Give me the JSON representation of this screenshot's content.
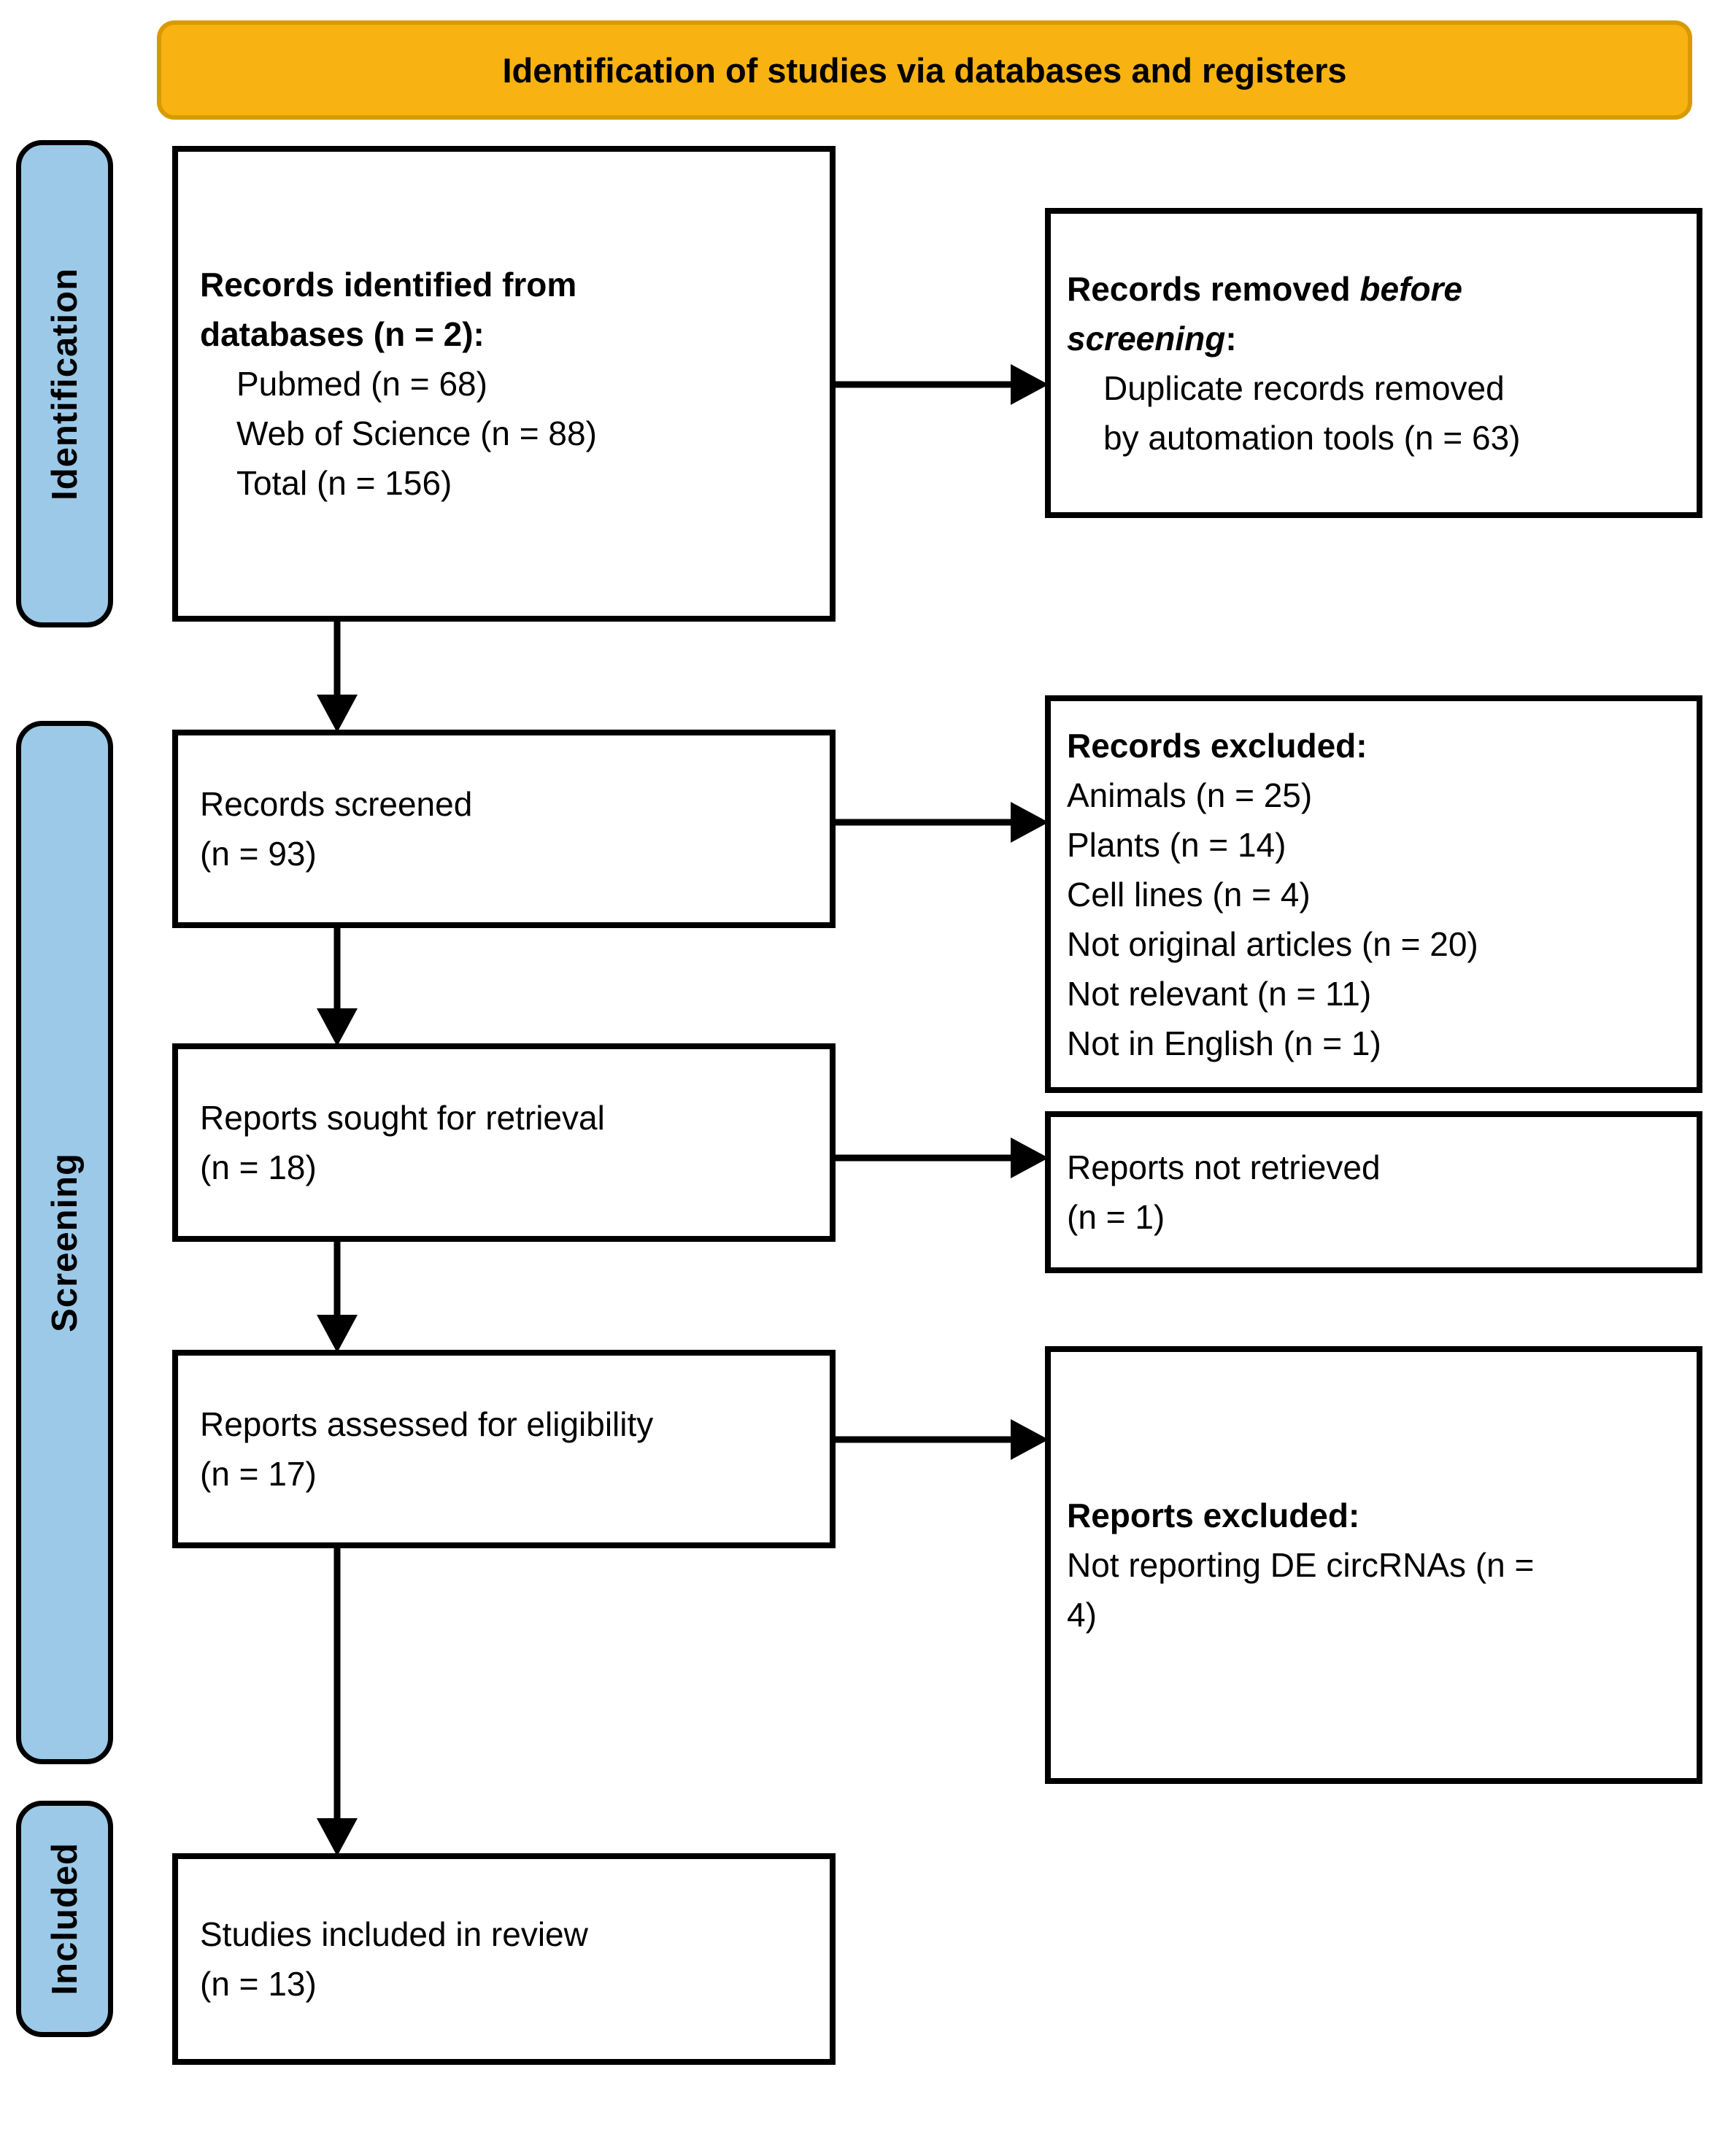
{
  "banner": {
    "label": "Identification of studies via databases and registers"
  },
  "stages": [
    {
      "label": "Identification"
    },
    {
      "label": "Screening"
    },
    {
      "label": "Included"
    }
  ],
  "boxes": {
    "records_identified": {
      "title1": "Records identified from",
      "title2": "databases (n = 2):",
      "items": [
        "Pubmed (n = 68)",
        "Web of Science (n = 88)",
        "Total (n = 156)"
      ]
    },
    "records_removed": {
      "title_l1_regular": "Records removed ",
      "title_l1_italic": "before",
      "title_l2_italic": "screening",
      "title_l2_regular": ":",
      "items": [
        "Duplicate records removed",
        "by automation tools  (n = 63)"
      ]
    },
    "records_screened": {
      "line1": "Records screened",
      "line2": "(n = 93)"
    },
    "records_excluded": {
      "title": "Records excluded:",
      "items": [
        "Animals (n = 25)",
        "Plants (n = 14)",
        "Cell lines (n = 4)",
        "Not original articles (n = 20)",
        "Not relevant (n = 11)",
        "Not in English (n = 1)"
      ]
    },
    "reports_sought": {
      "line1": "Reports sought for retrieval",
      "line2": "(n = 18)"
    },
    "reports_not_retrieved": {
      "line1": "Reports not retrieved",
      "line2": "(n = 1)"
    },
    "reports_assessed": {
      "line1": "Reports assessed for eligibility",
      "line2": "(n = 17)"
    },
    "reports_excluded": {
      "title": "Reports excluded:",
      "items": [
        "Not reporting DE circRNAs (n =",
        "4)"
      ]
    },
    "studies_included": {
      "line1": "Studies included in review",
      "line2": "(n = 13)"
    }
  },
  "colors": {
    "banner_fill": "#F8B211",
    "banner_border": "#D79B00",
    "stage_fill": "#9CC9E8",
    "box_border": "#000000",
    "text": "#000000"
  }
}
